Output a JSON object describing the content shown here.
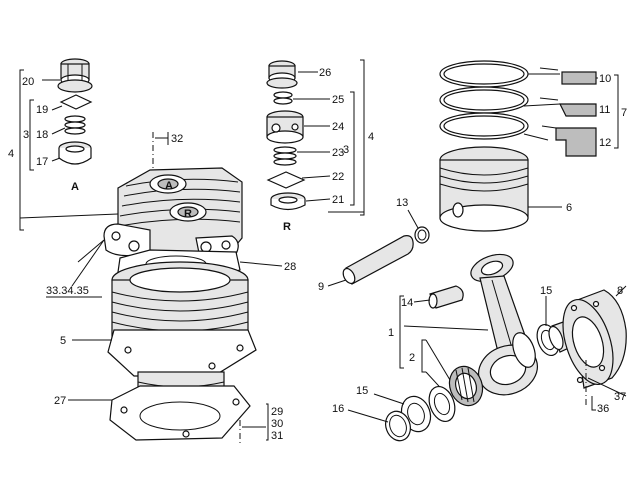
{
  "callouts": {
    "c1": "1",
    "c2": "2",
    "c3a": "3",
    "c3b": "3",
    "c4a": "4",
    "c4b": "4",
    "c5": "5",
    "c6": "6",
    "c7": "7",
    "c8": "8",
    "c9": "9",
    "c10": "10",
    "c11": "11",
    "c12": "12",
    "c13": "13",
    "c14": "14",
    "c15a": "15",
    "c15b": "15",
    "c16": "16",
    "c17": "17",
    "c18": "18",
    "c19": "19",
    "c20": "20",
    "c21": "21",
    "c22": "22",
    "c23": "23",
    "c24": "24",
    "c25": "25",
    "c26": "26",
    "c27": "27",
    "c28": "28",
    "c29": "29",
    "c30": "30",
    "c31": "31",
    "c32": "32",
    "c333435": "33.34.35",
    "c36": "36",
    "c37": "37"
  },
  "letters": {
    "valve_a": "A",
    "valve_r": "R",
    "head_a": "A",
    "head_r": "R"
  }
}
